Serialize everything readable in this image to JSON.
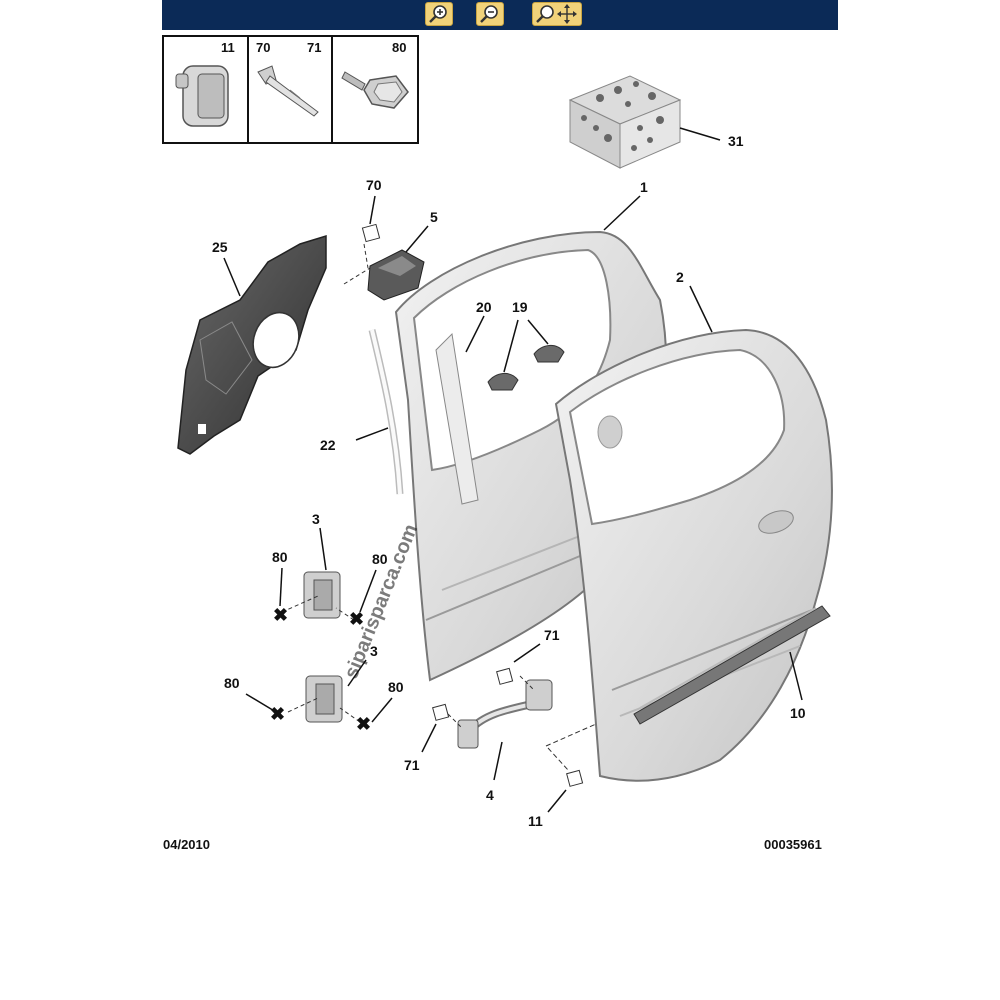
{
  "toolbar": {
    "buttons": [
      {
        "name": "zoom-in",
        "icon": "zoom-in-icon"
      },
      {
        "name": "zoom-out",
        "icon": "zoom-out-icon"
      },
      {
        "name": "zoom-pan",
        "icon": "zoom-move-icon"
      }
    ],
    "background_color": "#0b2a57",
    "button_color": "#f1d27a"
  },
  "legend_box": {
    "cells": [
      {
        "numbers": [
          "11"
        ]
      },
      {
        "numbers": [
          "70",
          "71"
        ]
      },
      {
        "numbers": [
          "80"
        ]
      }
    ]
  },
  "callouts": {
    "c31": "31",
    "c1": "1",
    "c2": "2",
    "c70": "70",
    "c5": "5",
    "c25": "25",
    "c20": "20",
    "c19": "19",
    "c22": "22",
    "c3a": "3",
    "c80a": "80",
    "c80b": "80",
    "c3b": "3",
    "c80c": "80",
    "c80d": "80",
    "c71a": "71",
    "c71b": "71",
    "c4": "4",
    "c11": "11",
    "c10": "10"
  },
  "watermark": "siparisparca.com",
  "footer": {
    "date": "04/2010",
    "reference": "00035961"
  }
}
